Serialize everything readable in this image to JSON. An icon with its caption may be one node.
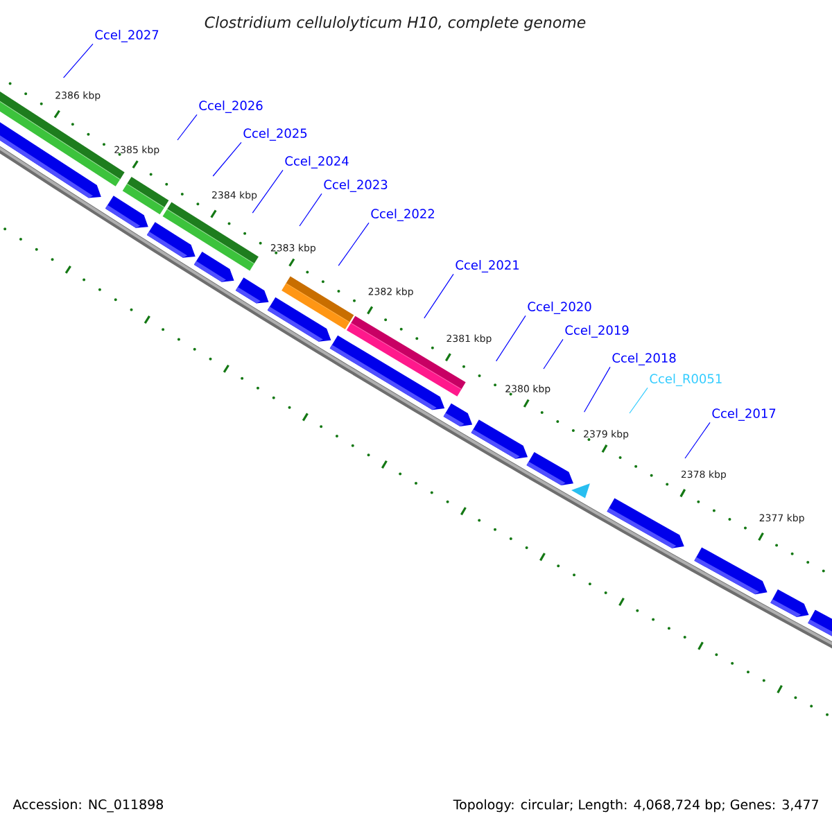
{
  "diagram": {
    "title": "Clostridium cellulolyticum H10, complete genome",
    "nodes": [
      {
        "text": [
          "Ccel_2027"
        ]
      },
      {
        "text": [
          "Ccel_2026"
        ]
      },
      {
        "text": [
          "Ccel_2025"
        ]
      },
      {
        "text": [
          "Ccel_2024"
        ]
      },
      {
        "text": [
          "Ccel_2023"
        ]
      },
      {
        "text": [
          "Ccel_2022"
        ]
      },
      {
        "text": [
          "Ccel_2021"
        ]
      },
      {
        "text": [
          "Ccel_2020"
        ]
      },
      {
        "text": [
          "Ccel_2019"
        ]
      },
      {
        "text": [
          "Ccel_2018"
        ]
      },
      {
        "text": [
          "Ccel_R0051"
        ]
      },
      {
        "text": [
          "Ccel_2017"
        ]
      }
    ],
    "edges": [
      {
        "from": 0,
        "to": null,
        "arrow": "none"
      },
      {
        "from": 1,
        "to": null,
        "arrow": "none"
      },
      {
        "from": 2,
        "to": null,
        "arrow": "none"
      },
      {
        "from": 3,
        "to": null,
        "arrow": "none"
      },
      {
        "from": 4,
        "to": null,
        "arrow": "none"
      },
      {
        "from": 5,
        "to": null,
        "arrow": "none"
      },
      {
        "from": 6,
        "to": null,
        "arrow": "none"
      },
      {
        "from": 7,
        "to": null,
        "arrow": "none"
      },
      {
        "from": 8,
        "to": null,
        "arrow": "none"
      },
      {
        "from": 9,
        "to": null,
        "arrow": "none"
      },
      {
        "from": 10,
        "to": null,
        "arrow": "none",
        "color": "#33ccff"
      },
      {
        "from": 11,
        "to": null,
        "arrow": "none"
      }
    ],
    "labels": [
      "2386 kbp",
      "2385 kbp",
      "2384 kbp",
      "2383 kbp",
      "2382 kbp",
      "2381 kbp",
      "2380 kbp",
      "2379 kbp",
      "2378 kbp",
      "2377 kbp",
      "Accession: NC_011898",
      "Topology: circular; Length: 4,068,724 bp; Genes: 3,477"
    ]
  }
}
